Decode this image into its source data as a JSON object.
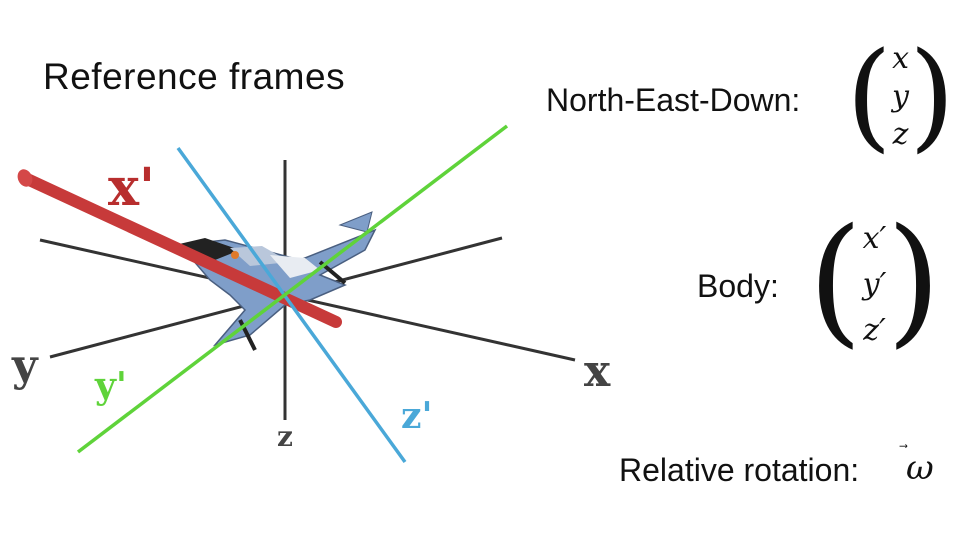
{
  "title": "Reference frames",
  "axis_labels": {
    "x_prime": "x'",
    "y_prime": "y'",
    "z_prime": "z'",
    "x": "x",
    "y": "y",
    "z": "z"
  },
  "ned": {
    "label": "North-East-Down:",
    "components": [
      "x",
      "y",
      "z"
    ]
  },
  "body": {
    "label": "Body:",
    "components": [
      "x′",
      "y′",
      "z′"
    ]
  },
  "relative_rotation": {
    "label": "Relative rotation:",
    "symbol": "ω",
    "arrow": "⃗"
  },
  "colors": {
    "x_prime": "#c73a3a",
    "y_prime": "#5fd33a",
    "z_prime": "#4aa8d8",
    "reference_axes": "#333333",
    "text": "#111111"
  }
}
